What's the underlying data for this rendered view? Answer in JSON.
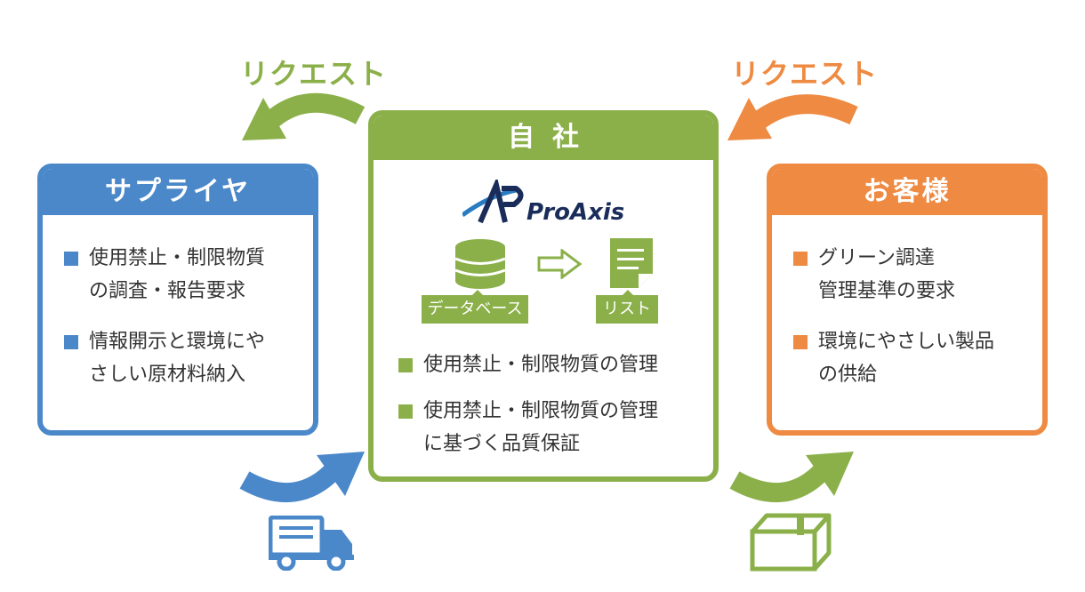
{
  "request_left": "リクエスト",
  "request_right": "リクエスト",
  "supplier": {
    "title": "サプライヤ",
    "items": [
      "使用禁止・制限物質\nの調査・報告要求",
      "情報開示と環境にや\nさしい原材料納入"
    ]
  },
  "company": {
    "title": "自社",
    "logo_text": "ProAxis",
    "database_label": "データベース",
    "list_label": "リスト",
    "items": [
      "使用禁止・制限物質の管理",
      "使用禁止・制限物質の管理\nに基づく品質保証"
    ]
  },
  "customer": {
    "title": "お客様",
    "items": [
      "グリーン調達\n管理基準の要求",
      "環境にやさしい製品\nの供給"
    ]
  },
  "colors": {
    "blue": "#4b88c9",
    "green": "#8bb04a",
    "orange": "#ee8a41"
  },
  "icons": [
    "truck-icon",
    "package-box-icon",
    "database-icon",
    "document-icon",
    "hollow-arrow-icon"
  ]
}
